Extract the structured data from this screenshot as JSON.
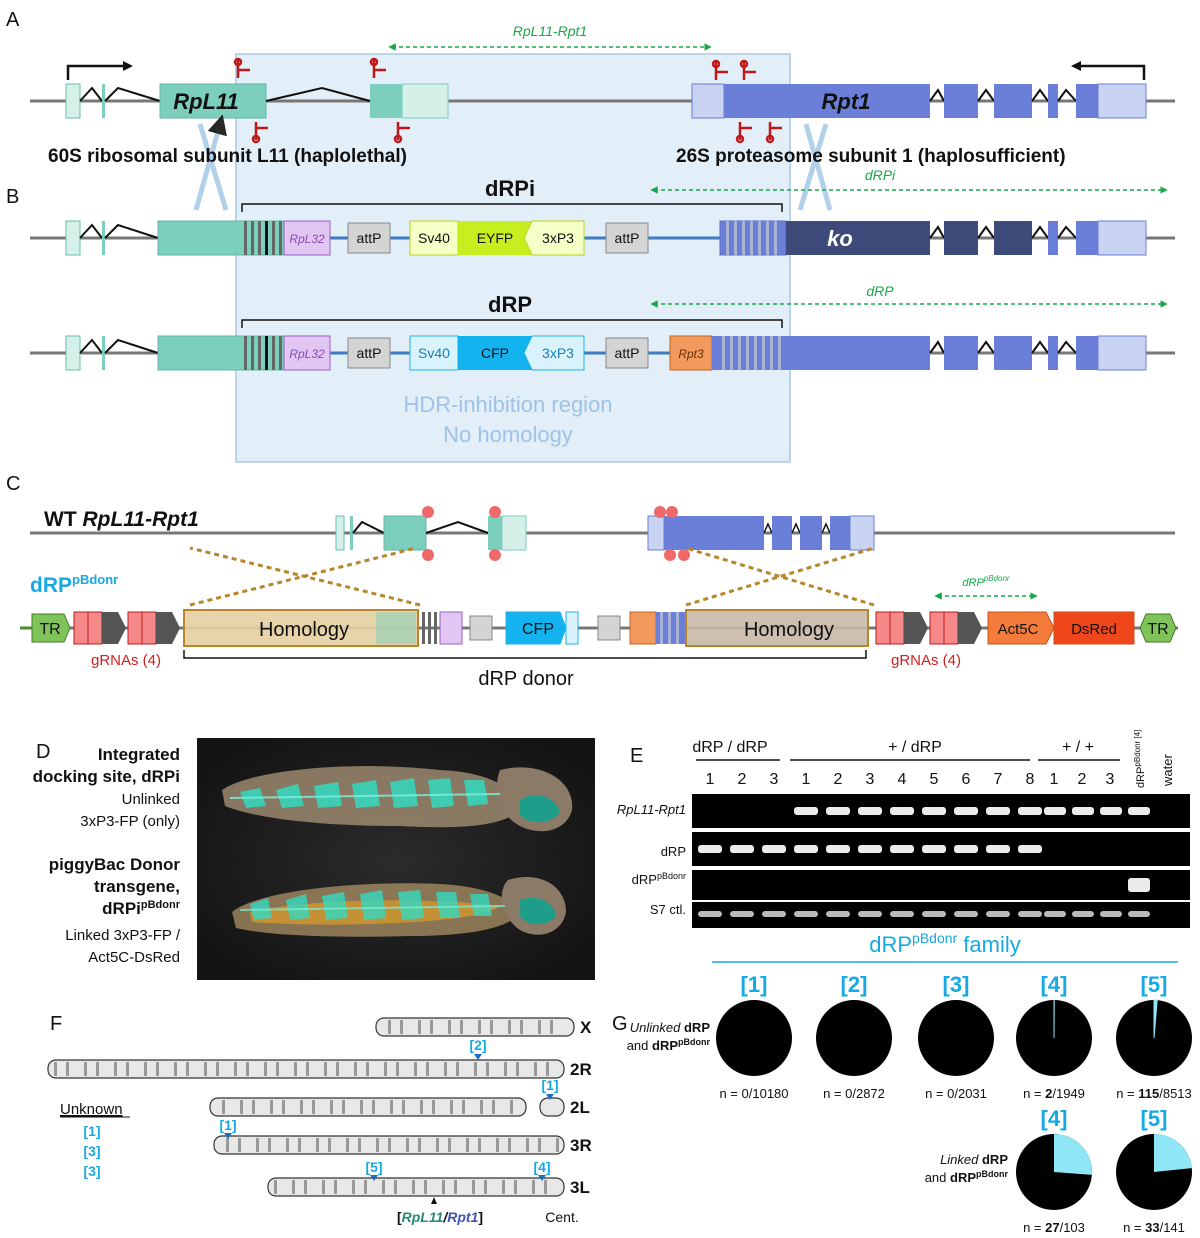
{
  "panels": {
    "a": "A",
    "b": "B",
    "c": "C",
    "d": "D",
    "e": "E",
    "f": "F",
    "g": "G"
  },
  "panel_a": {
    "amplicon": "RpL11-Rpt1",
    "gene_left": "RpL11",
    "gene_right": "Rpt1",
    "desc_left": "60S ribosomal subunit L11 (haplolethal)",
    "desc_right": "26S proteasome subunit 1 (haplosufficient)"
  },
  "panel_b": {
    "construct1": "dRPi",
    "construct1_amplicon": "dRPi",
    "construct2": "dRP",
    "construct2_amplicon": "dRP",
    "rpl32": "RpL32",
    "attp": "attP",
    "sv40": "Sv40",
    "eyfp": "EYFP",
    "cfp": "CFP",
    "p3xp3": "3xP3",
    "ko": "ko",
    "rpt3": "Rpt3",
    "hdr_line1": "HDR-inhibition region",
    "hdr_line2": "No homology"
  },
  "panel_c": {
    "wt_prefix": "WT ",
    "wt_gene": "RpL11-Rpt1",
    "donor_name": "dRP",
    "donor_sup": "pBdonr",
    "amplicon": "dRP",
    "amplicon_sup": "pBdonr",
    "tr": "TR",
    "homology": "Homology",
    "cfp": "CFP",
    "act5c": "Act5C",
    "dsred": "DsRed",
    "grnas": "gRNAs (4)",
    "donor_label": "dRP donor"
  },
  "panel_d": {
    "t1_l1": "Integrated",
    "t1_l2": "docking site, dRPi",
    "t1_l3": "Unlinked",
    "t1_l4": "3xP3-FP (only)",
    "t2_l1": "piggyBac Donor",
    "t2_l2": "transgene,",
    "t2_l3": "dRPi",
    "t2_sup": "pBdonr",
    "t2_l4": "Linked 3xP3-FP /",
    "t2_l5": "Act5C-DsRed"
  },
  "panel_e": {
    "groups": [
      "dRP / dRP",
      "+ / dRP",
      "+ / +"
    ],
    "lanes_g1": [
      "1",
      "2",
      "3"
    ],
    "lanes_g2": [
      "1",
      "2",
      "3",
      "4",
      "5",
      "6",
      "7",
      "8"
    ],
    "lanes_g3": [
      "1",
      "2",
      "3"
    ],
    "ctrl_lane": "dRP",
    "ctrl_sup": "pBdonr [4]",
    "water": "water",
    "rows": [
      "RpL11-Rpt1",
      "dRP",
      "dRP",
      "S7 ctl."
    ],
    "row3_sup": "pBdonr"
  },
  "panel_f": {
    "chromosomes": [
      "X",
      "2R",
      "2L",
      "3R",
      "3L"
    ],
    "markers": [
      "[2]",
      "[1]",
      "[1]",
      "[5]",
      "[4]"
    ],
    "unknown_title": "Unknown",
    "unknown": [
      "[1]",
      "[3]",
      "[3]"
    ],
    "locus_open": "[",
    "locus_gene1": "RpL11",
    "locus_sep": "/",
    "locus_gene2": "Rpt1",
    "locus_close": "]",
    "cent": "Cent."
  },
  "panel_g": {
    "family_title": "dRP",
    "family_sup": "pBdonr",
    "family_suffix": " family",
    "unlinked_l1a": "Unlinked",
    "unlinked_l1b": " dRP",
    "unlinked_l2a": "and ",
    "unlinked_l2b": "dRP",
    "unlinked_sup": "pBdonr",
    "linked_l1a": "Linked",
    "linked_l1b": " dRP",
    "linked_l2a": "and ",
    "linked_l2b": "dRP",
    "linked_sup": "pBdonr",
    "unlinked": [
      {
        "label": "[1]",
        "n_prefix": "n = ",
        "hits": "0",
        "total": "/10180",
        "frac": 0
      },
      {
        "label": "[2]",
        "n_prefix": "n = ",
        "hits": "0",
        "total": "/2872",
        "frac": 0
      },
      {
        "label": "[3]",
        "n_prefix": "n = ",
        "hits": "0",
        "total": "/2031",
        "frac": 0
      },
      {
        "label": "[4]",
        "n_prefix": "n = ",
        "hits": "2",
        "total": "/1949",
        "frac": 0.001
      },
      {
        "label": "[5]",
        "n_prefix": "n = ",
        "hits": "115",
        "total": "/8513",
        "frac": 0.0135
      }
    ],
    "linked": [
      {
        "label": "[4]",
        "n_prefix": "n = ",
        "hits": "27",
        "total": "/103",
        "frac": 0.262
      },
      {
        "label": "[5]",
        "n_prefix": "n = ",
        "hits": "33",
        "total": "/141",
        "frac": 0.234
      }
    ],
    "colors": {
      "positive": "#8ee6f7",
      "negative": "#000000"
    }
  }
}
